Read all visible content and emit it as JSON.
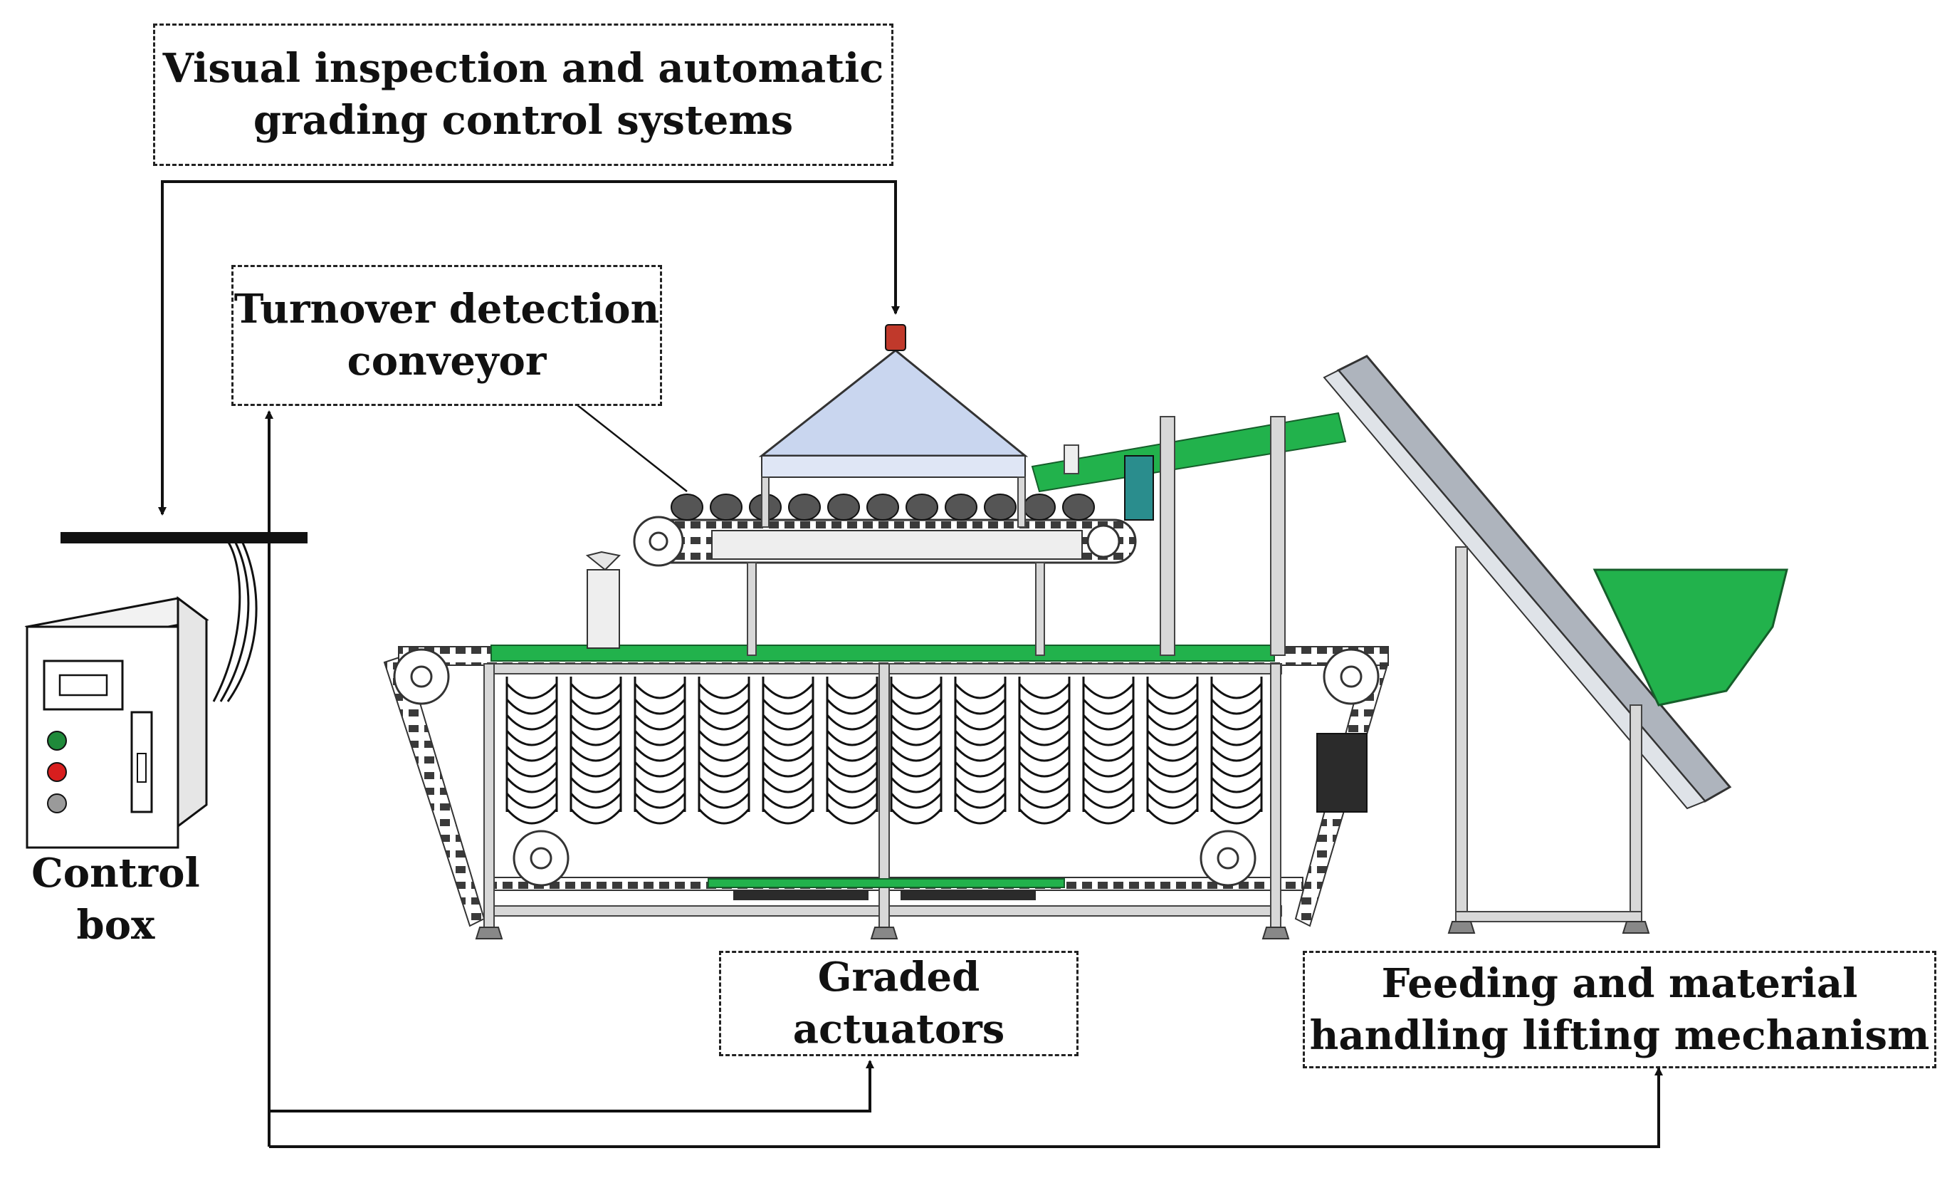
{
  "labels": {
    "vision_system": {
      "line1": "Visual inspection and automatic",
      "line2": "grading control systems"
    },
    "turnover_conveyor": {
      "line1": "Turnover detection",
      "line2": "conveyor"
    },
    "control_box": {
      "line1": "Control",
      "line2": "box"
    },
    "graded_actuators": {
      "line1": "Graded",
      "line2": "actuators"
    },
    "feeding_mechanism": {
      "line1": "Feeding and material",
      "line2": "handling lifting mechanism"
    }
  },
  "colors": {
    "line": "#111111",
    "machine_green": "#22b24c",
    "hood_fill": "#c9d6ef",
    "frame_gray": "#d8d8d8",
    "chain_dark": "#3a3a3a",
    "button_green": "#1f8a3a",
    "button_red": "#d81e1e",
    "button_gray": "#9a9a9a",
    "sensor_red": "#c0392b",
    "motor_dark": "#2b2b2b",
    "teal": "#2a8d8d"
  }
}
